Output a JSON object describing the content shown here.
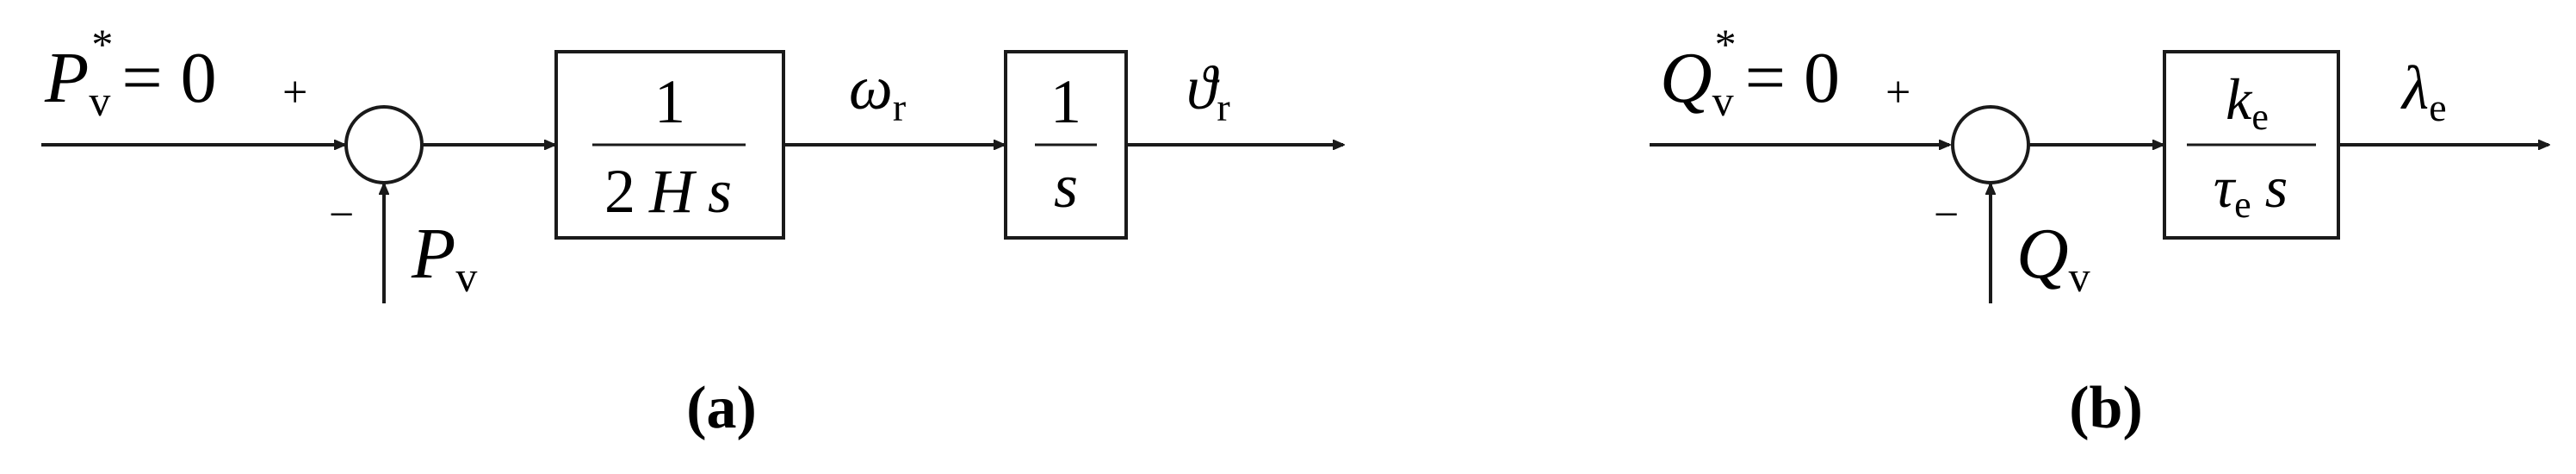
{
  "diagram_a": {
    "input_var": "P",
    "input_sub": "v",
    "input_sup": "*",
    "input_eq": "= 0",
    "plus_sign": "+",
    "minus_sign": "−",
    "feedback_var": "P",
    "feedback_sub": "v",
    "block1_num": "1",
    "block1_den_2": "2",
    "block1_den_H": "H",
    "block1_den_s": "s",
    "signal1_var": "ω",
    "signal1_sub": "r",
    "block2_num": "1",
    "block2_den": "s",
    "output_var": "ϑ",
    "output_sub": "r",
    "caption": "(a)"
  },
  "diagram_b": {
    "input_var": "Q",
    "input_sub": "v",
    "input_sup": "*",
    "input_eq": "= 0",
    "plus_sign": "+",
    "minus_sign": "−",
    "feedback_var": "Q",
    "feedback_sub": "v",
    "block_num_var": "k",
    "block_num_sub": "e",
    "block_den_var": "τ",
    "block_den_sub": "e",
    "block_den_s": "s",
    "output_var": "λ",
    "output_sub": "e",
    "caption": "(b)"
  }
}
